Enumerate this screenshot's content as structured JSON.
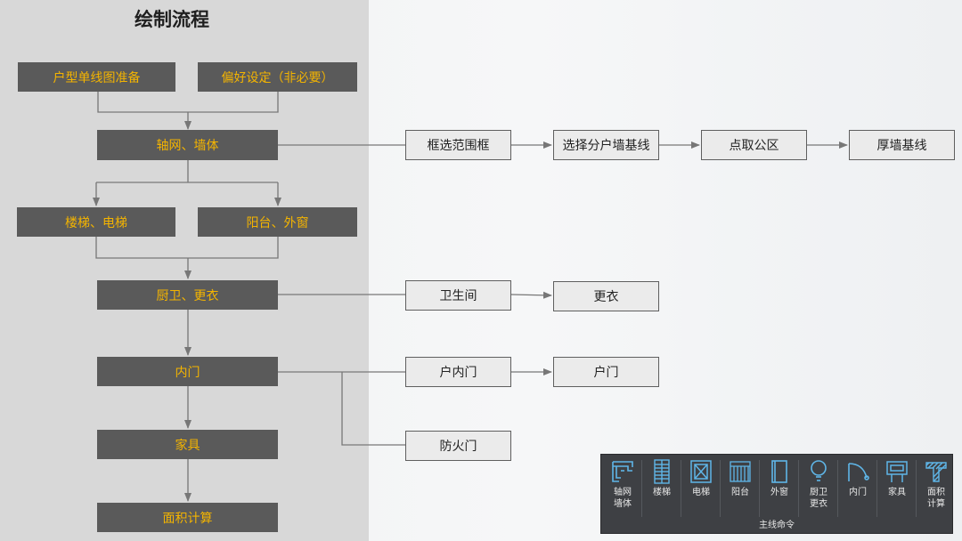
{
  "title": "绘制流程",
  "nodes": {
    "n_huxing": "户型单线图准备",
    "n_pianhao": "偏好设定（非必要）",
    "n_zhouwang": "轴网、墙体",
    "n_louti": "楼梯、电梯",
    "n_yangtai": "阳台、外窗",
    "n_chuwei": "厨卫、更衣",
    "n_neimen": "内门",
    "n_jiaju": "家具",
    "n_mianji": "面积计算",
    "n_kuangxuan": "框选范围框",
    "n_xuanze": "选择分户墙基线",
    "n_dianqu": "点取公区",
    "n_houqiang": "厚墙基线",
    "n_weisheng": "卫生间",
    "n_gengyi": "更衣",
    "n_huneimen": "户内门",
    "n_humen": "户门",
    "n_fanghuo": "防火门"
  },
  "toolbar": {
    "caption": "主线命令",
    "items": [
      {
        "label": "轴网\n墙体",
        "icon": "axis-wall-icon"
      },
      {
        "label": "楼梯",
        "icon": "stairs-icon"
      },
      {
        "label": "电梯",
        "icon": "elevator-icon"
      },
      {
        "label": "阳台",
        "icon": "balcony-icon"
      },
      {
        "label": "外窗",
        "icon": "window-icon"
      },
      {
        "label": "厨卫\n更衣",
        "icon": "bulb-icon"
      },
      {
        "label": "内门",
        "icon": "door-icon"
      },
      {
        "label": "家具",
        "icon": "furniture-icon"
      },
      {
        "label": "面积\n计算",
        "icon": "area-icon"
      }
    ]
  },
  "colors": {
    "left_panel": "#d8d8d8",
    "dark_box": "#5a5a5a",
    "dark_text": "#f4b400",
    "light_box": "#ebebeb",
    "connector": "#777777",
    "toolbar_bg": "#3e4044",
    "icon_blue": "#5fb6e8"
  }
}
